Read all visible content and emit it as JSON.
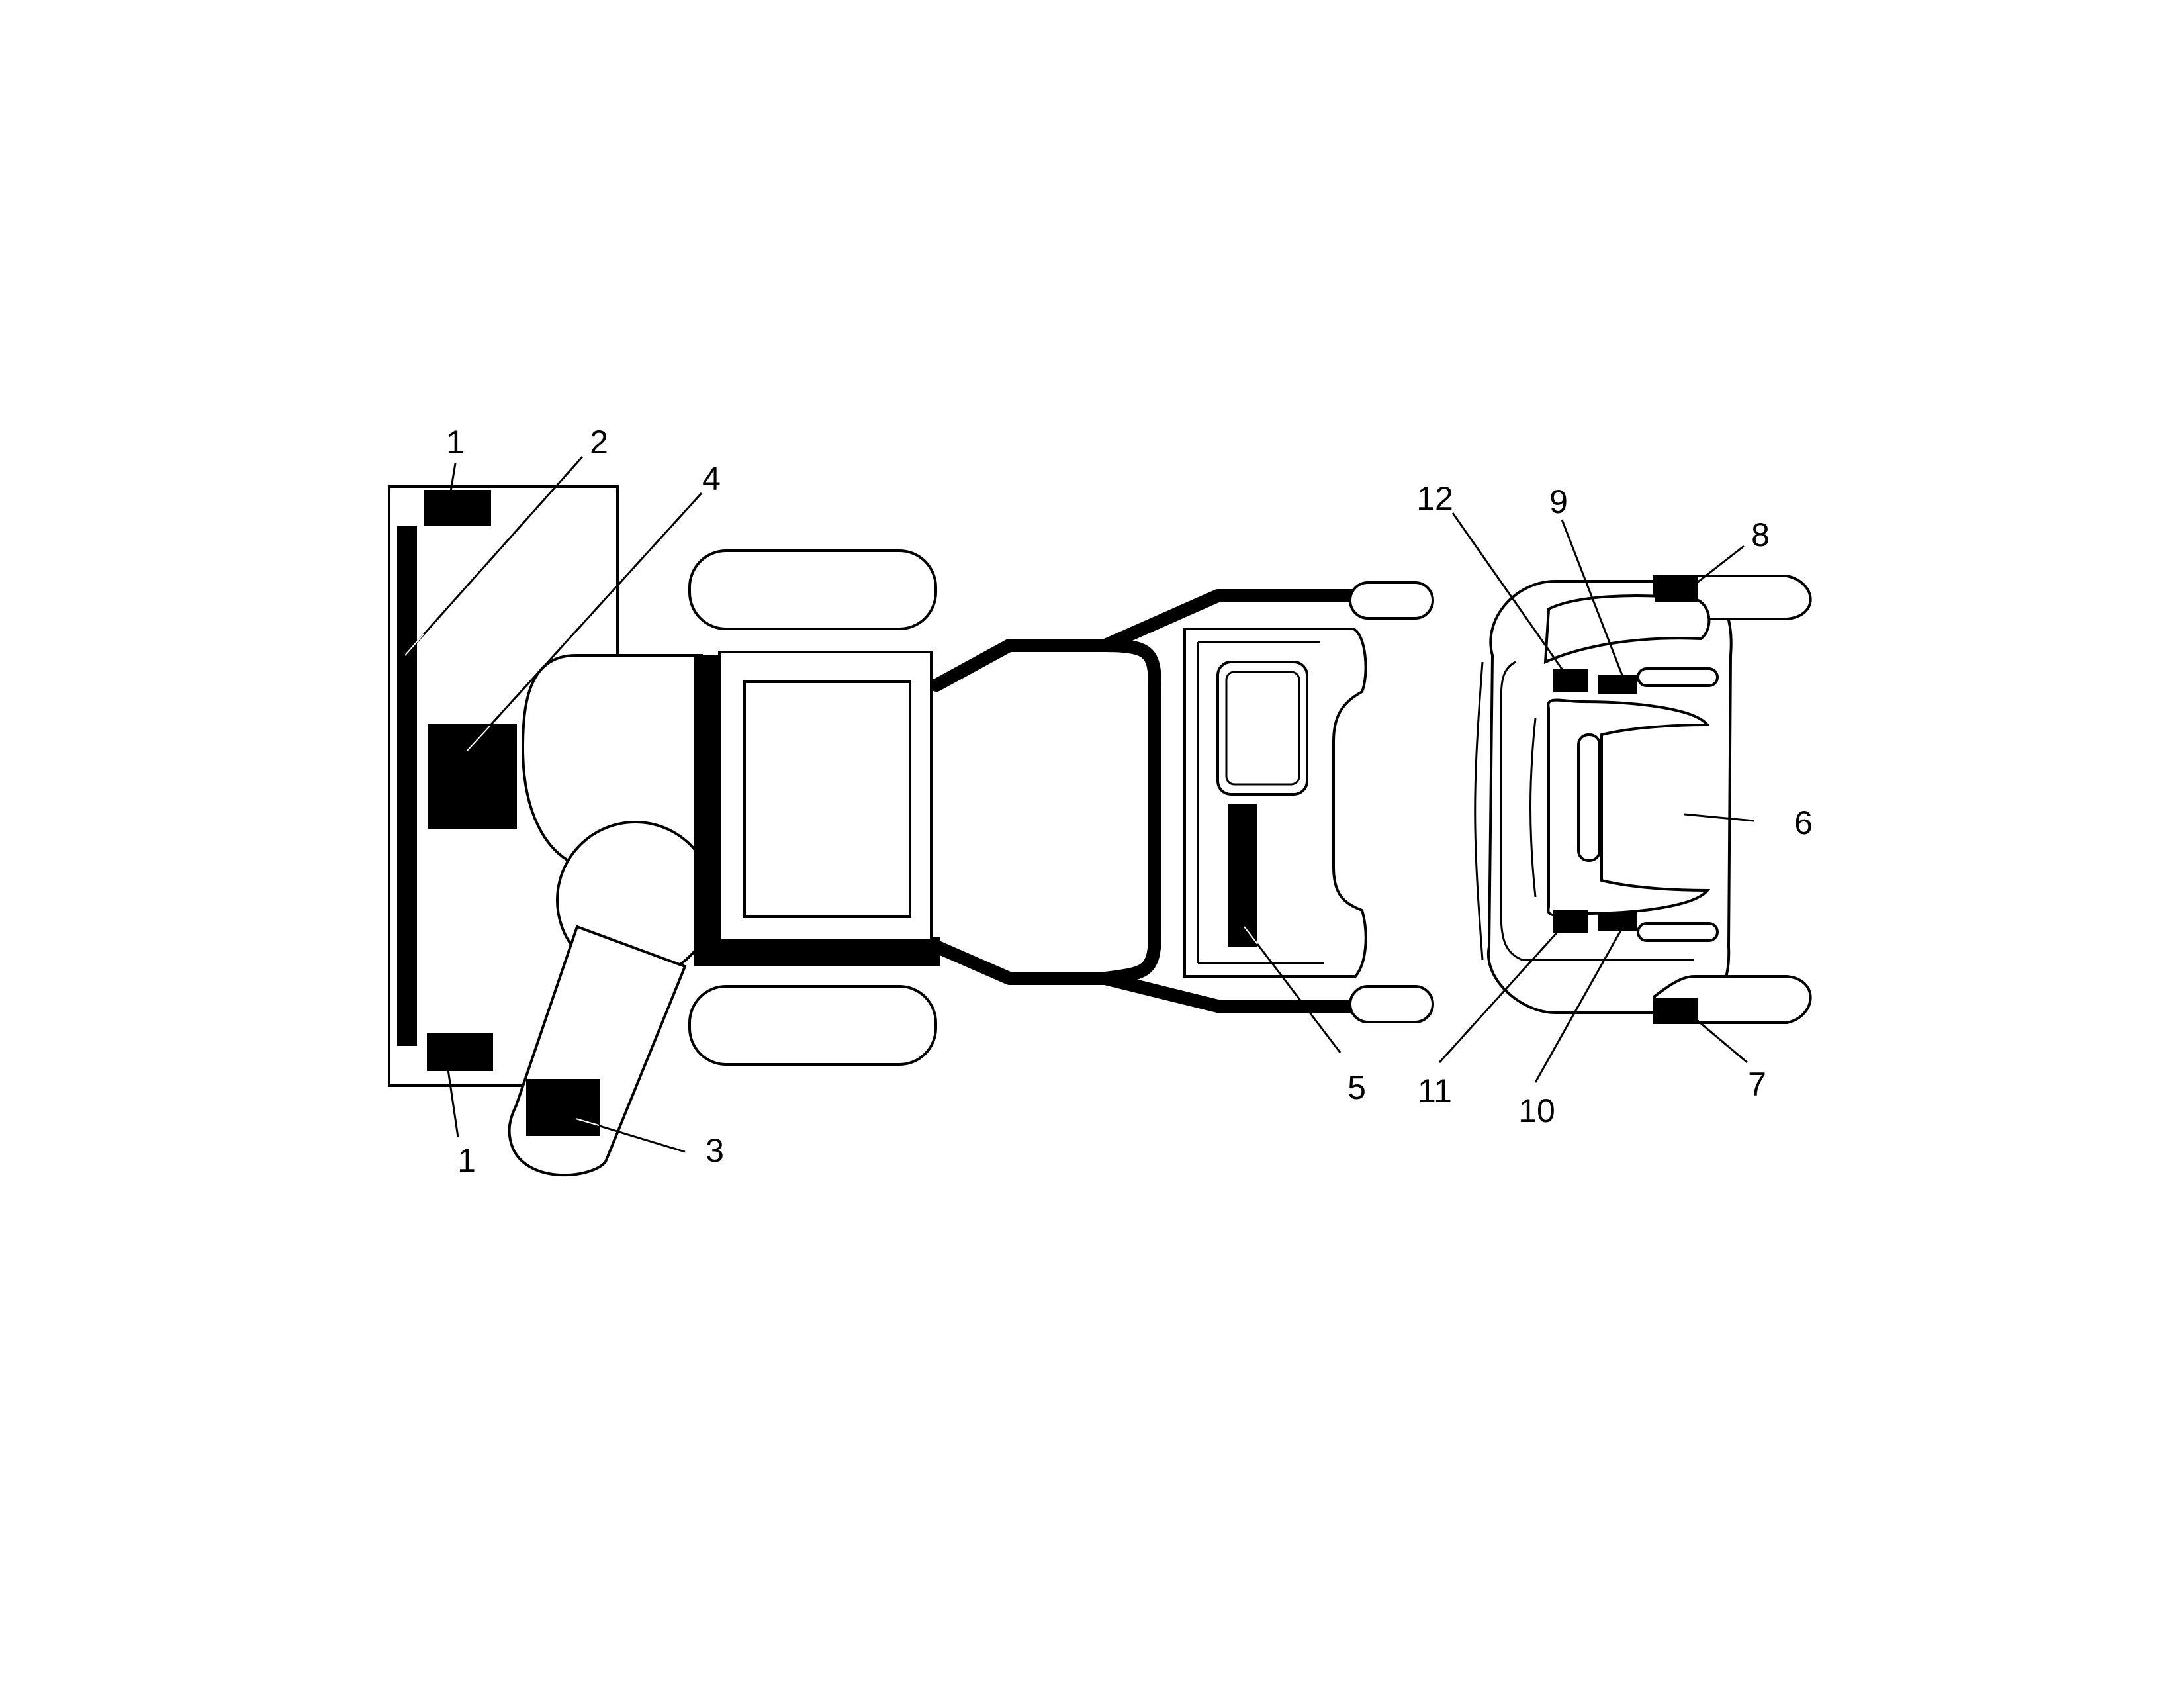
{
  "callouts": {
    "c1_top": "1",
    "c1_bottom": "1",
    "c2": "2",
    "c3": "3",
    "c4": "4",
    "c5": "5",
    "c6": "6",
    "c7": "7",
    "c8": "8",
    "c9": "9",
    "c10": "10",
    "c11": "11",
    "c12": "12"
  },
  "colors": {
    "ink": "#000000",
    "paper": "#ffffff"
  }
}
